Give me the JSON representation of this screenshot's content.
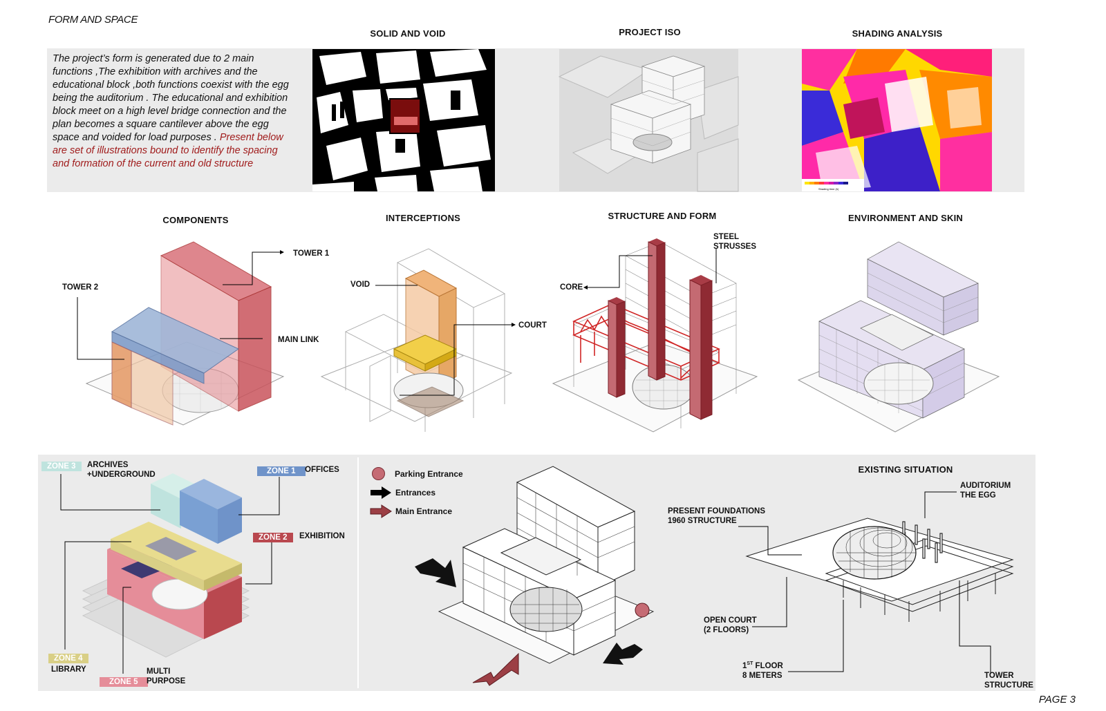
{
  "page": {
    "title": "FORM AND SPACE",
    "page_number": "PAGE 3"
  },
  "intro": {
    "body": "The project’s form is generated due to 2 main functions ,The exhibition with archives and the educational block ,both functions coexist with the egg being the auditorium . The educational and exhibition block meet on a high level bridge connection and the plan becomes a square cantilever above the egg space and voided for load purposes .",
    "highlight": "Present below are set of illustrations bound to identify the spacing and formation of the current and old structure"
  },
  "row1": {
    "solid_void": "SOLID AND VOID",
    "project_iso": "PROJECT ISO",
    "shading": "SHADING ANALYSIS",
    "shading_scale_caption": "Shading time (h)"
  },
  "row2": {
    "components": {
      "title": "COMPONENTS",
      "tower1": "TOWER 1",
      "tower2": "TOWER 2",
      "main_link": "MAIN LINK"
    },
    "interceptions": {
      "title": "INTERCEPTIONS",
      "void": "VOID",
      "court": "COURT"
    },
    "structure": {
      "title": "STRUCTURE AND FORM",
      "steel_line1": "STEEL",
      "steel_line2": "STRUSSES",
      "core": "CORE"
    },
    "environment": {
      "title": "ENVIRONMENT AND SKIN"
    }
  },
  "row3": {
    "zones": [
      {
        "tag": "ZONE 3",
        "label_line1": "ARCHIVES",
        "label_line2": "+UNDERGROUND",
        "color": "#bfe3de"
      },
      {
        "tag": "ZONE 1",
        "label_line1": "OFFICES",
        "label_line2": "",
        "color": "#6f93c9"
      },
      {
        "tag": "ZONE 2",
        "label_line1": "EXHIBITION",
        "label_line2": "",
        "color": "#b9484f"
      },
      {
        "tag": "ZONE 4",
        "label_line1": "LIBRARY",
        "label_line2": "",
        "color": "#d9cf86"
      },
      {
        "tag": "ZONE 5",
        "label_line1": "MULTI",
        "label_line2": "PURPOSE",
        "color": "#e58d99"
      }
    ],
    "legend": {
      "parking": "Parking Entrance",
      "entrances": "Entrances",
      "main": "Main Entrance"
    },
    "existing": {
      "title": "EXISTING SITUATION",
      "auditorium_line1": "AUDITORIUM",
      "auditorium_line2": "THE EGG",
      "foundations_line1": "PRESENT FOUNDATIONS",
      "foundations_line2": "1960 STRUCTURE",
      "court_line1": "OPEN COURT",
      "court_line2": "(2 FLOORS)",
      "floor_prefix": "1",
      "floor_sup": "ST",
      "floor_suffix": " FLOOR",
      "floor_line2": "8 METERS",
      "tower_line1": "TOWER",
      "tower_line2": "STRUCTURE"
    }
  },
  "colors": {
    "accent_red": "#a01c1c",
    "tower_red": "#c9545c",
    "link_blue": "#8fa9cc",
    "void_orange": "#e6a766",
    "court_yellow": "#e8c13a",
    "band_gray": "#ebebeb"
  }
}
